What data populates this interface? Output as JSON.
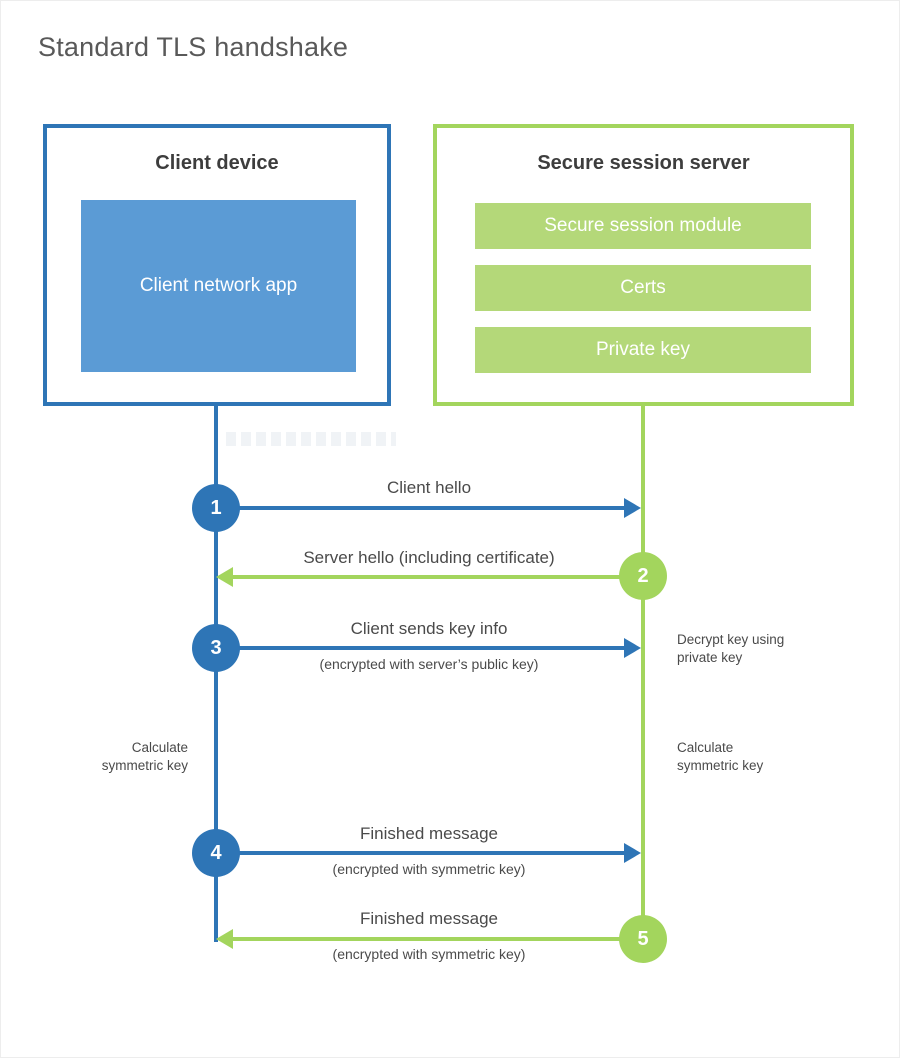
{
  "title": "Standard TLS handshake",
  "client_box": {
    "title": "Client device",
    "app_label": "Client network app"
  },
  "server_box": {
    "title": "Secure session server",
    "modules": [
      "Secure session module",
      "Certs",
      "Private key"
    ]
  },
  "steps": [
    {
      "num": "1",
      "label": "Client hello",
      "direction": "client-to-server",
      "color": "blue"
    },
    {
      "num": "2",
      "label": "Server hello (including certificate)",
      "direction": "server-to-client",
      "color": "green"
    },
    {
      "num": "3",
      "label": "Client sends key info",
      "sub": "(encrypted with server’s public key)",
      "direction": "client-to-server",
      "color": "blue"
    },
    {
      "num": "4",
      "label": "Finished message",
      "sub": "(encrypted with symmetric key)",
      "direction": "client-to-server",
      "color": "blue"
    },
    {
      "num": "5",
      "label": "Finished message",
      "sub": "(encrypted with symmetric key)",
      "direction": "server-to-client",
      "color": "green"
    }
  ],
  "side_notes": {
    "decrypt": "Decrypt key using private key",
    "calc_left": "Calculate symmetric key",
    "calc_right": "Calculate symmetric key"
  },
  "colors": {
    "blue_line": "#2e75b6",
    "blue_fill": "#5b9bd5",
    "green_line": "#a3d55d",
    "green_fill": "#b4d879",
    "heading_text": "#3d3d3d",
    "label_text": "#4a4a4a",
    "title_text": "#595959"
  }
}
